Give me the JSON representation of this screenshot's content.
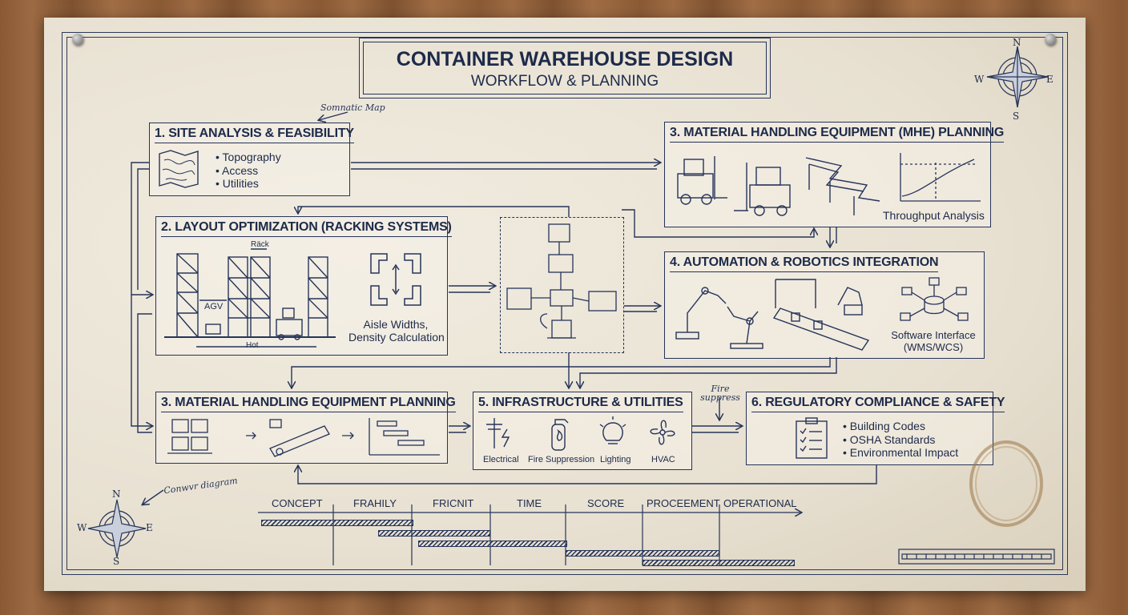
{
  "header": {
    "title": "CONTAINER WAREHOUSE DESIGN",
    "subtitle": "WORKFLOW & PLANNING"
  },
  "annotations": {
    "schematic_map": "Somnatic Map",
    "conveyor_diagram": "Conwvr diagram",
    "fire_suppress": "Fire suppress",
    "rack": "Räck",
    "agv": "AGV",
    "hot": "Hot"
  },
  "steps": {
    "site": {
      "title": "1. SITE ANALYSIS & FEASIBILITY",
      "bullets": [
        "Topography",
        "Access",
        "Utilities"
      ]
    },
    "layout": {
      "title": "2. LAYOUT OPTIMIZATION (RACKING SYSTEMS)",
      "caption_line1": "Aisle Widths,",
      "caption_line2": "Density Calculation"
    },
    "mhe_top": {
      "title": "3. MATERIAL HANDLING EQUIPMENT (MHE) PLANNING",
      "caption": "Throughput Analysis"
    },
    "automation": {
      "title": "4. AUTOMATION & ROBOTICS INTEGRATION",
      "caption_line1": "Software Interface",
      "caption_line2": "(WMS/WCS)"
    },
    "mhe_bottom": {
      "title": "3. MATERIAL HANDLING EQUIPMENT PLANNING"
    },
    "infrastructure": {
      "title": "5. INFRASTRUCTURE & UTILITIES",
      "items": [
        "Electrical",
        "Fire Suppression",
        "Lighting",
        "HVAC"
      ]
    },
    "compliance": {
      "title": "6. REGULATORY COMPLIANCE & SAFETY",
      "bullets": [
        "Building Codes",
        "OSHA Standards",
        "Environmental Impact"
      ]
    }
  },
  "compass": {
    "n": "N",
    "s": "S",
    "e": "E",
    "w": "W"
  },
  "timeline": {
    "phases": [
      "CONCEPT",
      "FRAHILY",
      "FRICNIT",
      "TIME",
      "SCORE",
      "PROCEEMENT",
      "OPERATIONAL"
    ]
  }
}
